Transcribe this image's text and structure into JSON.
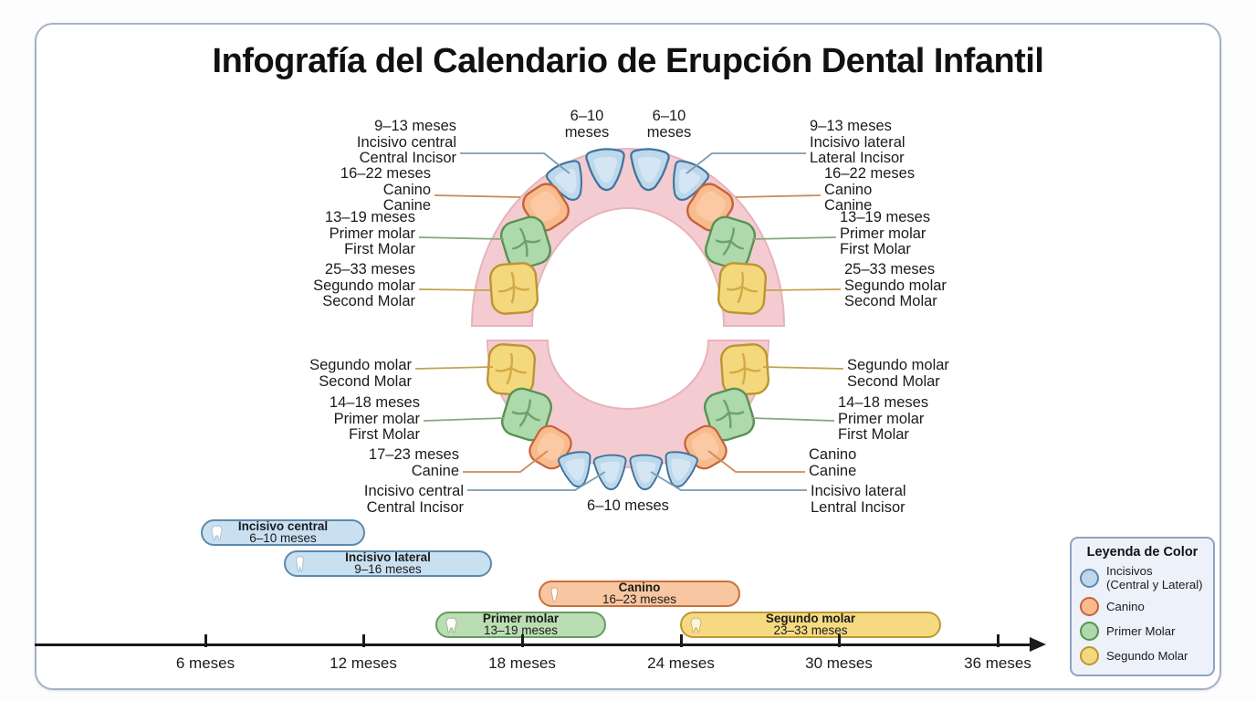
{
  "title": "Infografía del Calendario de Erupción Dental Infantil",
  "upper": {
    "top_labels": [
      {
        "l1": "6–10",
        "l2": "meses"
      },
      {
        "l1": "6–10",
        "l2": "meses"
      }
    ],
    "left": [
      {
        "l1": "9–13 meses",
        "l2": "Incisivo central",
        "l3": "Central Incisor"
      },
      {
        "l1": "16–22 meses",
        "l2": "Canino",
        "l3": "Canine"
      },
      {
        "l1": "13–19 meses",
        "l2": "Primer molar",
        "l3": "First Molar"
      },
      {
        "l1": "25–33 meses",
        "l2": "Segundo molar",
        "l3": "Second Molar"
      }
    ],
    "right": [
      {
        "l1": "9–13 meses",
        "l2": "Incisivo lateral",
        "l3": "Lateral Incisor"
      },
      {
        "l1": "16–22 meses",
        "l2": "Canino",
        "l3": "Canine"
      },
      {
        "l1": "13–19 meses",
        "l2": "Primer molar",
        "l3": "First Molar"
      },
      {
        "l1": "25–33 meses",
        "l2": "Segundo molar",
        "l3": "Second Molar"
      }
    ]
  },
  "lower": {
    "left": [
      {
        "l1": "Segundo molar",
        "l2": "Second Molar"
      },
      {
        "l1": "14–18 meses",
        "l2": "Primer molar",
        "l3": "First Molar"
      },
      {
        "l1": "17–23 meses",
        "l2": "Canine"
      },
      {
        "l1": "Incisivo central",
        "l2": "Central Incisor"
      }
    ],
    "right": [
      {
        "l1": "Segundo molar",
        "l2": "Second Molar"
      },
      {
        "l1": "14–18 meses",
        "l2": "Primer molar",
        "l3": "First Molar"
      },
      {
        "l1": "Canino",
        "l2": "Canine"
      },
      {
        "l1": "Incisivo lateral",
        "l2": "Lentral Incisor"
      }
    ],
    "bottom_label": "6–10 meses"
  },
  "timeline": {
    "bars": [
      {
        "name": "Incisivo central",
        "range": "6–10 meses"
      },
      {
        "name": "Incisivo lateral",
        "range": "9–16 meses"
      },
      {
        "name": "Canino",
        "range": "16–23 meses"
      },
      {
        "name": "Primer molar",
        "range": "13–19 meses"
      },
      {
        "name": "Segundo molar",
        "range": "23–33 meses"
      }
    ],
    "ticks": [
      "6 meses",
      "12 meses",
      "18 meses",
      "24 meses",
      "30 meses",
      "36 meses"
    ]
  },
  "legend": {
    "title": "Leyenda de Color",
    "items": [
      {
        "l1": "Incisivos",
        "l2": "(Central y Lateral)",
        "color": "#bdd8eb"
      },
      {
        "l1": "Canino",
        "color": "#f8bb8e"
      },
      {
        "l1": "Primer Molar",
        "color": "#aed9ad"
      },
      {
        "l1": "Segundo Molar",
        "color": "#f4d87e"
      }
    ]
  },
  "chart_data": {
    "type": "gantt",
    "unit": "months",
    "axis_ticks_months": [
      6,
      12,
      18,
      24,
      30,
      36
    ],
    "bars": [
      {
        "label": "Incisivo central",
        "start": 6,
        "end": 10,
        "color": "#c9e0f1"
      },
      {
        "label": "Incisivo lateral",
        "start": 9,
        "end": 16,
        "color": "#c9e0f1"
      },
      {
        "label": "Canino",
        "start": 16,
        "end": 23,
        "color": "#f8c6a0"
      },
      {
        "label": "Primer molar",
        "start": 13,
        "end": 19,
        "color": "#bbddb3"
      },
      {
        "label": "Segundo molar",
        "start": 23,
        "end": 33,
        "color": "#f5da82"
      }
    ]
  },
  "colors": {
    "incisor": "#bdd8eb",
    "canine": "#f8bb8e",
    "first_molar": "#aed9ad",
    "second_molar": "#f4d87e",
    "gum_arch": "#f4cbd0"
  }
}
